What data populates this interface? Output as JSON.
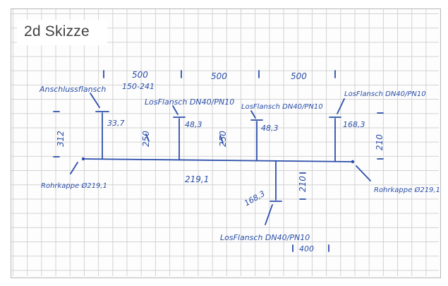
{
  "title": "2d Skizze",
  "ink_color": "#2c4fab",
  "annotations": {
    "top_dim_1": "500",
    "top_dim_1_sub": "150-241",
    "top_dim_2": "500",
    "top_dim_3": "500",
    "anschluss": "Anschlussflansch",
    "losflansch_1": "LosFlansch DN40/PN10",
    "losflansch_2": "LosFlansch DN40/PN10",
    "losflansch_3": "LosFlansch DN40/PN10",
    "val_33_7": "33,7",
    "val_48_3_a": "48,3",
    "val_48_3_b": "48,3",
    "val_168_3_a": "168,3",
    "h_312": "312",
    "h_250_a": "250",
    "h_250_b": "250",
    "h_210_right": "210",
    "pipe_dia": "219,1",
    "rohrkappe_left": "Rohrkappe Ø219,1",
    "rohrkappe_right": "Rohrkappe Ø219,1",
    "h_210_bottom": "210",
    "val_168_3_b": "168,3",
    "bottom_flange": "LosFlansch DN40/PN10",
    "bottom_dim": "400"
  }
}
